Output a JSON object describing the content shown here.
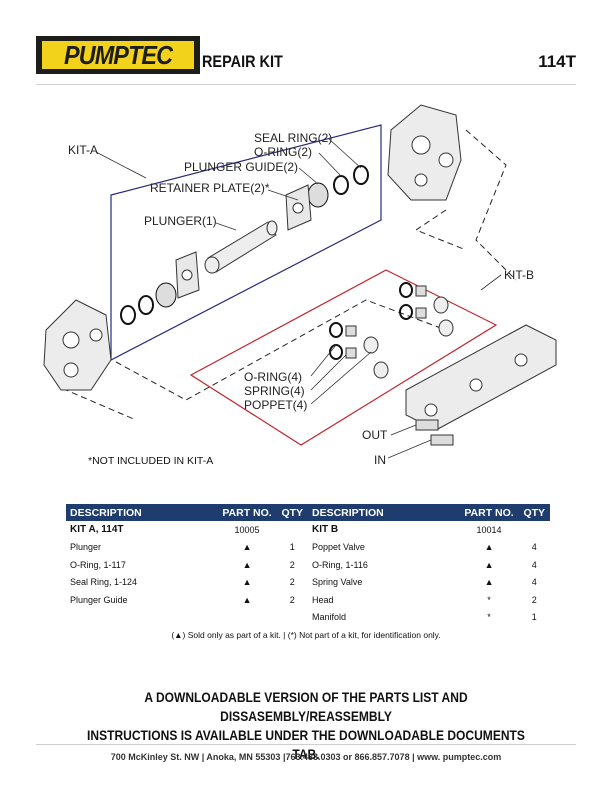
{
  "header": {
    "logo_text": "PUMPTEC",
    "title": "REPAIR KIT",
    "model": "114T"
  },
  "diagram": {
    "labels": {
      "kit_a": "KIT-A",
      "kit_b": "KIT-B",
      "seal_ring": "SEAL RING(2)",
      "o_ring_a": "O-RING(2)",
      "plunger_guide": "PLUNGER GUIDE(2)",
      "retainer_plate": "RETAINER PLATE(2)*",
      "plunger": "PLUNGER(1)",
      "o_ring_b": "O-RING(4)",
      "spring": "SPRING(4)",
      "poppet": "POPPET(4)",
      "out": "OUT",
      "in": "IN"
    },
    "colors": {
      "kit_a_box": "#2a2a7a",
      "kit_b_box": "#c0262c"
    }
  },
  "note": "*NOT INCLUDED IN KIT-A",
  "table": {
    "headers": {
      "description": "DESCRIPTION",
      "part_no": "PART NO.",
      "qty": "QTY"
    },
    "header_color": "#1e3c6e",
    "kit_a": {
      "name": "KIT A, 114T",
      "part_no": "10005",
      "rows": [
        {
          "description": "Plunger",
          "part_no": "▲",
          "qty": "1"
        },
        {
          "description": "O-Ring, 1-117",
          "part_no": "▲",
          "qty": "2"
        },
        {
          "description": "Seal Ring, 1-124",
          "part_no": "▲",
          "qty": "2"
        },
        {
          "description": "Plunger Guide",
          "part_no": "▲",
          "qty": "2"
        }
      ]
    },
    "kit_b": {
      "name": "KIT B",
      "part_no": "10014",
      "rows": [
        {
          "description": "Poppet Valve",
          "part_no": "▲",
          "qty": "4"
        },
        {
          "description": "O-Ring, 1-116",
          "part_no": "▲",
          "qty": "4"
        },
        {
          "description": "Spring Valve",
          "part_no": "▲",
          "qty": "4"
        },
        {
          "description": "Head",
          "part_no": "*",
          "qty": "2"
        },
        {
          "description": "Manifold",
          "part_no": "*",
          "qty": "1"
        }
      ]
    },
    "footnote": "(▲) Sold only as part of a kit.  |  (*) Not part of a kit, for identification only."
  },
  "banner": {
    "line1": "A DOWNLOADABLE VERSION OF THE PARTS LIST AND DISSASEMBLY/REASSEMBLY",
    "line2": "INSTRUCTIONS IS AVAILABLE UNDER THE DOWNLOADABLE DOCUMENTS TAB."
  },
  "footer": {
    "address": "700 McKinley St. NW  |  Anoka, MN  55303  |763.433.0303 or 866.857.7078 | www. pumptec.com"
  }
}
